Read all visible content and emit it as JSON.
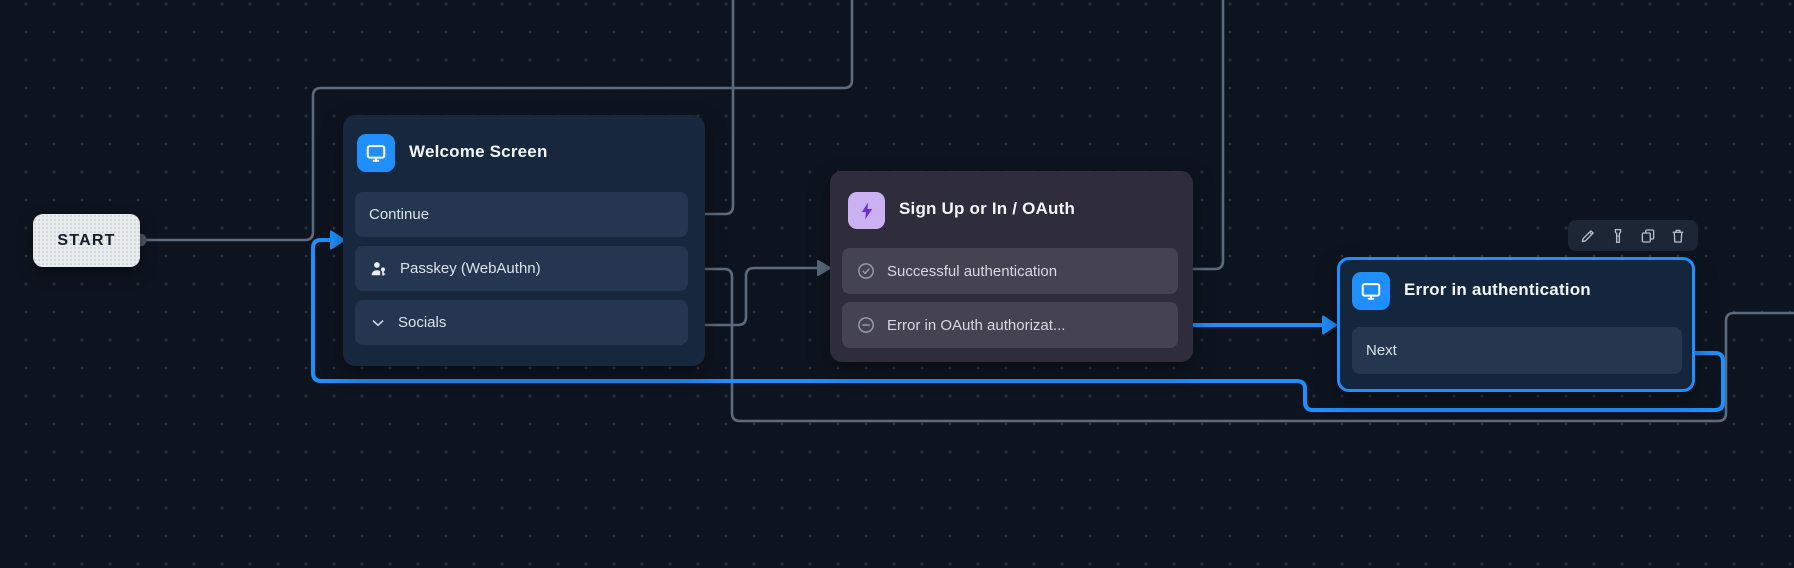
{
  "flow": {
    "start": {
      "label": "START"
    },
    "welcome_screen": {
      "title": "Welcome Screen",
      "icon": "screen-icon",
      "rows": [
        {
          "label": "Continue"
        },
        {
          "label": "Passkey (WebAuthn)",
          "icon": "passkey-icon"
        },
        {
          "label": "Socials",
          "icon": "chevron-down-icon"
        }
      ]
    },
    "sign_up_or_in": {
      "title": "Sign Up or In / OAuth",
      "icon": "lightning-icon",
      "rows": [
        {
          "label": "Successful authentication",
          "icon": "check-circle-icon"
        },
        {
          "label": "Error in OAuth authorizat...",
          "icon": "minus-circle-icon"
        }
      ]
    },
    "error_in_auth": {
      "title": "Error in authentication",
      "icon": "screen-icon",
      "selected": true,
      "rows": [
        {
          "label": "Next"
        }
      ]
    }
  },
  "toolbar": {
    "buttons": [
      {
        "name": "edit",
        "icon": "pencil-icon"
      },
      {
        "name": "debug",
        "icon": "flashlight-icon"
      },
      {
        "name": "duplicate",
        "icon": "copy-icon"
      },
      {
        "name": "delete",
        "icon": "trash-icon"
      }
    ]
  },
  "colors": {
    "canvas_bg": "#0e141f",
    "grid_dot": "#2b3443",
    "accent_blue": "#1e8ffc",
    "edge_gray": "#5b6b7d",
    "node_navy": "#16273e",
    "node_row_navy": "#253750",
    "node_purple_gray": "#2f2c3b",
    "node_row_purple_gray": "#454252",
    "signup_icon_bg": "#c9b1f2",
    "start_bg": "#e9ecef"
  }
}
